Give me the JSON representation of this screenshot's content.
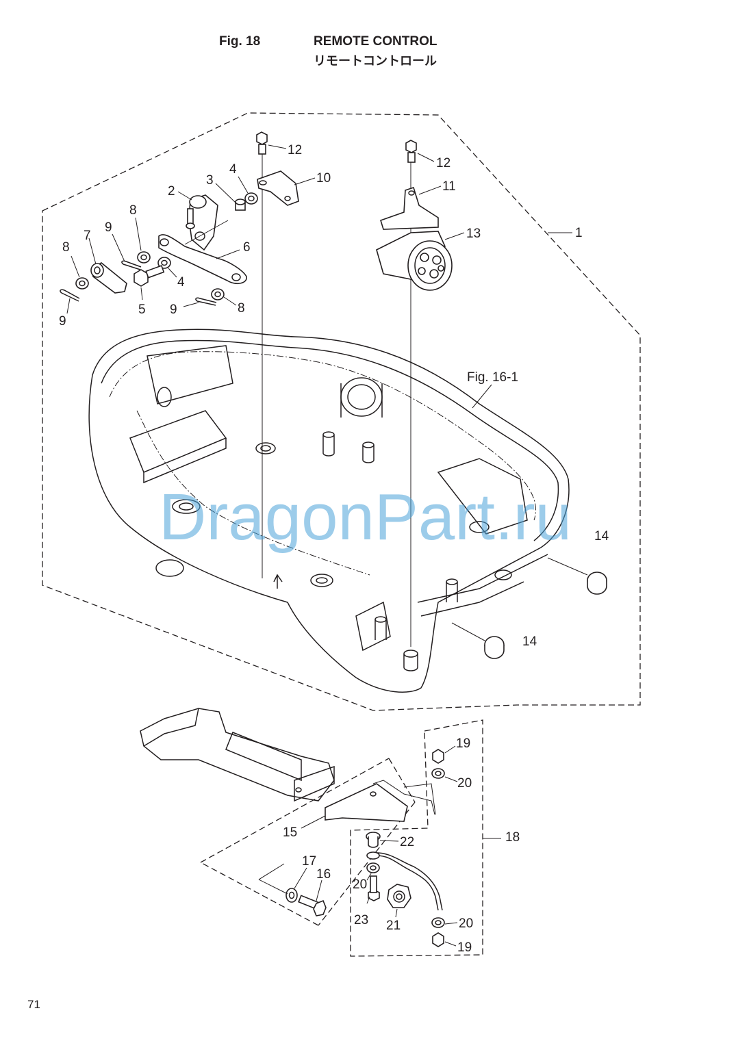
{
  "header": {
    "fig_number": "Fig. 18",
    "title": "REMOTE CONTROL",
    "title_jp": "リモートコントロール"
  },
  "figure_reference": "Fig. 16-1",
  "watermark": "DragonPart.ru",
  "page_number": "71",
  "callouts": [
    "1",
    "2",
    "3",
    "4",
    "4",
    "5",
    "6",
    "7",
    "8",
    "8",
    "8",
    "9",
    "9",
    "9",
    "10",
    "11",
    "12",
    "12",
    "13",
    "14",
    "14",
    "15",
    "16",
    "17",
    "18",
    "19",
    "19",
    "20",
    "20",
    "20",
    "21",
    "22",
    "23"
  ],
  "colors": {
    "line": "#231f20",
    "watermark": "#4aa3d9",
    "background": "#ffffff"
  }
}
